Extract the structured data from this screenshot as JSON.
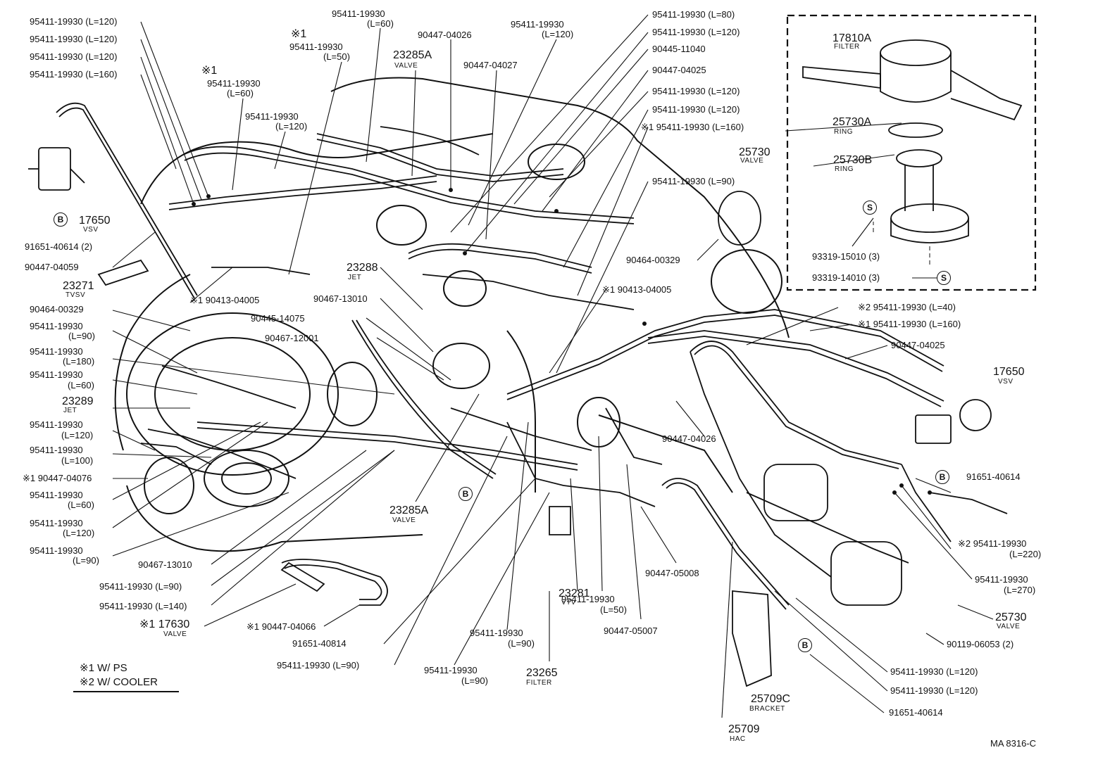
{
  "labels": {
    "l01": "95411-19930 (L=120)",
    "l02": "95411-19930 (L=120)",
    "l03": "95411-19930 (L=120)",
    "l04": "95411-19930 (L=160)",
    "l05": "※1",
    "l06": "95411-19930",
    "l07": "(L=60)",
    "l08": "※1",
    "l09": "95411-19930",
    "l10": "(L=50)",
    "l11": "95411-19930",
    "l12": "(L=60)",
    "l13": "95411-19930",
    "l14": "(L=120)",
    "l15": "90447-04026",
    "l16": "23285A",
    "l17": "VALVE",
    "l18": "90447-04027",
    "l19": "95411-19930",
    "l20": "(L=120)",
    "l21": "95411-19930 (L=80)",
    "l22": "95411-19930 (L=120)",
    "l23": "90445-11040",
    "l24": "90447-04025",
    "l25": "95411-19930 (L=120)",
    "l26": "95411-19930 (L=120)",
    "l27": "※1 95411-19930 (L=160)",
    "l28": "95411-19930 (L=90)",
    "l29": "90464-00329",
    "l30": "17810A",
    "l31": "FILTER",
    "l32": "25730A",
    "l33": "RING",
    "l34": "25730",
    "l35": "VALVE",
    "l36": "25730B",
    "l37": "RING",
    "l38": "93319-15010 (3)",
    "l39": "93319-14010 (3)",
    "l40": "17650",
    "l41": "VSV",
    "l42": "91651-40614 (2)",
    "l43": "90447-04059",
    "l44": "23271",
    "l45": "TVSV",
    "l46": "※1 90413-04005",
    "l47": "23288",
    "l48": "JET",
    "l49": "90467-13010",
    "l50": "90445-14075",
    "l51": "90467-12001",
    "l52": "※1 90413-04005",
    "l53": "90464-00329",
    "l54": "95411-19930",
    "l55": "(L=90)",
    "l56": "95411-19930",
    "l57": "(L=180)",
    "l58": "95411-19930",
    "l59": "(L=60)",
    "l60": "23289",
    "l61": "JET",
    "l62": "95411-19930",
    "l63": "(L=120)",
    "l64": "95411-19930",
    "l65": "(L=100)",
    "l66": "※1 90447-04076",
    "l67": "95411-19930",
    "l68": "(L=60)",
    "l69": "95411-19930",
    "l70": "(L=120)",
    "l71": "95411-19930",
    "l72": "(L=90)",
    "l73": "90467-13010",
    "l74": "95411-19930 (L=90)",
    "l75": "95411-19930 (L=140)",
    "l76": "※1 17630",
    "l77": "VALVE",
    "l78": "※1 90447-04066",
    "l79": "91651-40814",
    "l80": "95411-19930 (L=90)",
    "l81": "23285A",
    "l82": "VALVE",
    "l83": "95411-19930",
    "l84": "(L=90)",
    "l85": "95411-19930",
    "l86": "(L=90)",
    "l87": "23281",
    "l88": "VTV",
    "l89": "23265",
    "l90": "FILTER",
    "l91": "95411-19930",
    "l92": "(L=50)",
    "l93": "90447-05007",
    "l94": "90447-05008",
    "l95": "90447-04026",
    "l96": "※2 95411-19930 (L=40)",
    "l97": "※1 95411-19930 (L=160)",
    "l98": "90447-04025",
    "l99": "17650",
    "l100": "VSV",
    "l101": "91651-40614",
    "l102": "※2 95411-19930",
    "l103": "(L=220)",
    "l104": "95411-19930",
    "l105": "(L=270)",
    "l106": "25730",
    "l107": "VALVE",
    "l108": "90119-06053 (2)",
    "l109": "95411-19930 (L=120)",
    "l110": "95411-19930 (L=120)",
    "l111": "91651-40614",
    "l112": "25709C",
    "l113": "BRACKET",
    "l114": "25709",
    "l115": "HAC",
    "l116": "MA 8316-C"
  },
  "markers": {
    "b": "B",
    "s": "S"
  },
  "legend": {
    "line1": "※1 W/ PS",
    "line2": "※2 W/ COOLER"
  }
}
